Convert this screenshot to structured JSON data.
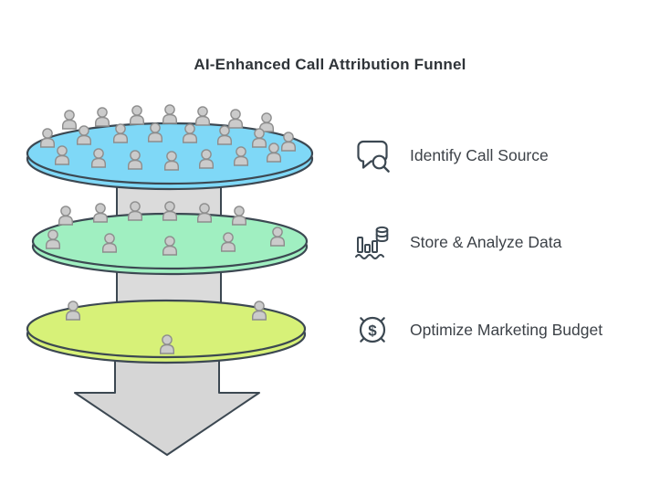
{
  "title": "AI-Enhanced Call Attribution Funnel",
  "features": [
    {
      "label": "Identify Call Source",
      "icon": "chat-search-icon"
    },
    {
      "label": "Store & Analyze Data",
      "icon": "bar-chart-coins-icon"
    },
    {
      "label": "Optimize Marketing Budget",
      "icon": "target-dollar-icon"
    }
  ],
  "funnel": {
    "layers": [
      {
        "name": "identify-call-source",
        "color": "#7fd8f7"
      },
      {
        "name": "store-analyze-data",
        "color": "#a0efc1"
      },
      {
        "name": "optimize-marketing-budget",
        "color": "#d7f178"
      }
    ],
    "cylinder_color": "#dbdbdb",
    "arrow_color": "#d6d6d6",
    "outline_color": "#3c4852",
    "person_fill": "#cbcbcb"
  }
}
